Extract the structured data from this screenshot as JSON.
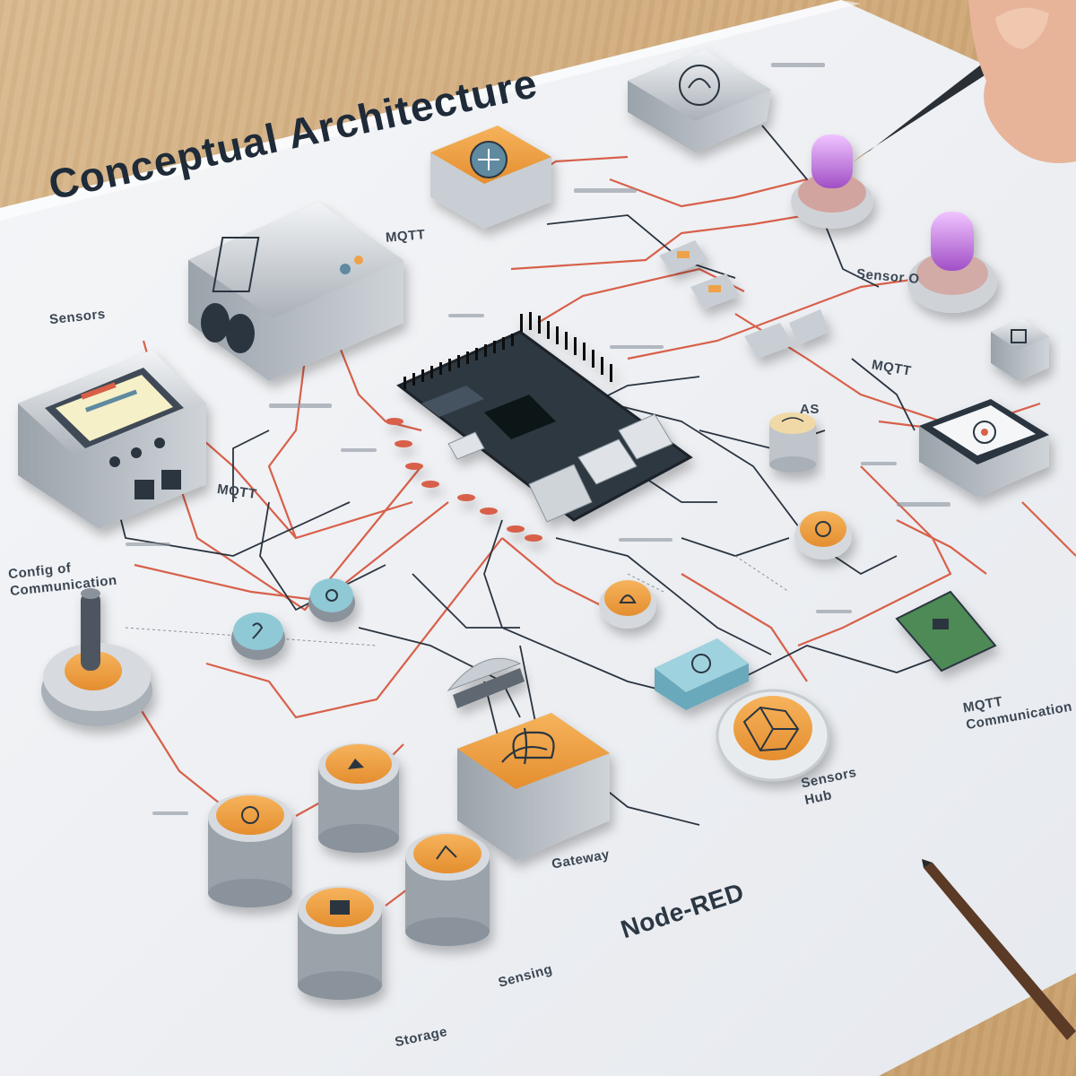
{
  "diagram": {
    "title": "Conceptual Architecture",
    "labels": {
      "sensors": "Sensors",
      "mqtt_top": "MQTT",
      "mqtt_mid": "MQTT",
      "mqtt_right": "MQTT",
      "gpio_label": "Sensor O",
      "as": "AS",
      "config": "Config of\nCommunication",
      "nodered": "Node-RED",
      "mqtt_comm": "MQTT\nCommunication",
      "sensors_hub": "Sensors\nHub",
      "sensing": "Sensing",
      "gateway": "Gateway",
      "storage": "Storage"
    },
    "colors": {
      "wire": "#d8604a",
      "wire_dark": "#2a3440",
      "accent_orange": "#eea24a",
      "accent_purple": "#b26ad0",
      "accent_teal": "#8fc9d6"
    }
  }
}
